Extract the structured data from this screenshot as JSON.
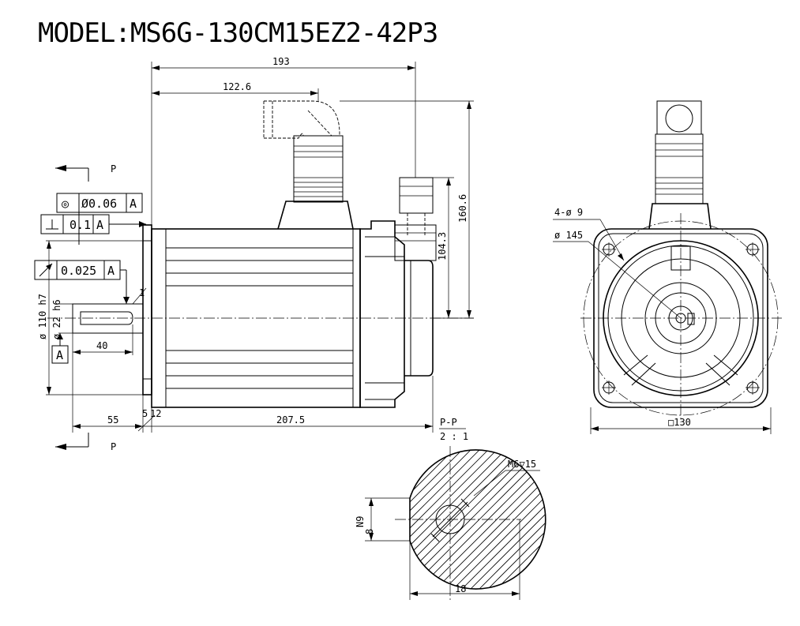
{
  "title": "MODEL:MS6G-130CM15EZ2-42P3",
  "dimensions": {
    "overall_length_top": "193",
    "connector_offset": "122.6",
    "height_encoder_connector": "160.6",
    "height_power_connector": "104.3",
    "shaft_length": "55",
    "flange_offset": "5",
    "flange_thickness": "12",
    "body_length": "207.5",
    "key_length": "40",
    "pilot_diameter": "ø 110 h7",
    "shaft_diameter": "ø 22 h6",
    "chamfer": "1",
    "bolt_holes": "4-ø 9",
    "bolt_circle": "ø 145",
    "flange_square": "□130",
    "section_width": "18",
    "key_height": "8",
    "key_depth": "N9",
    "thread_spec": "M6▽15"
  },
  "tolerances": {
    "concentricity_symbol": "◎",
    "concentricity_value": "Ø0.06",
    "concentricity_datum": "A",
    "perpendicularity_value": "0.1",
    "perpendicularity_datum": "A",
    "runout_value": "0.025",
    "runout_datum": "A",
    "datum_label": "A"
  },
  "section": {
    "mark_top": "P",
    "mark_bottom": "P",
    "title": "P-P",
    "scale": "2 : 1"
  }
}
